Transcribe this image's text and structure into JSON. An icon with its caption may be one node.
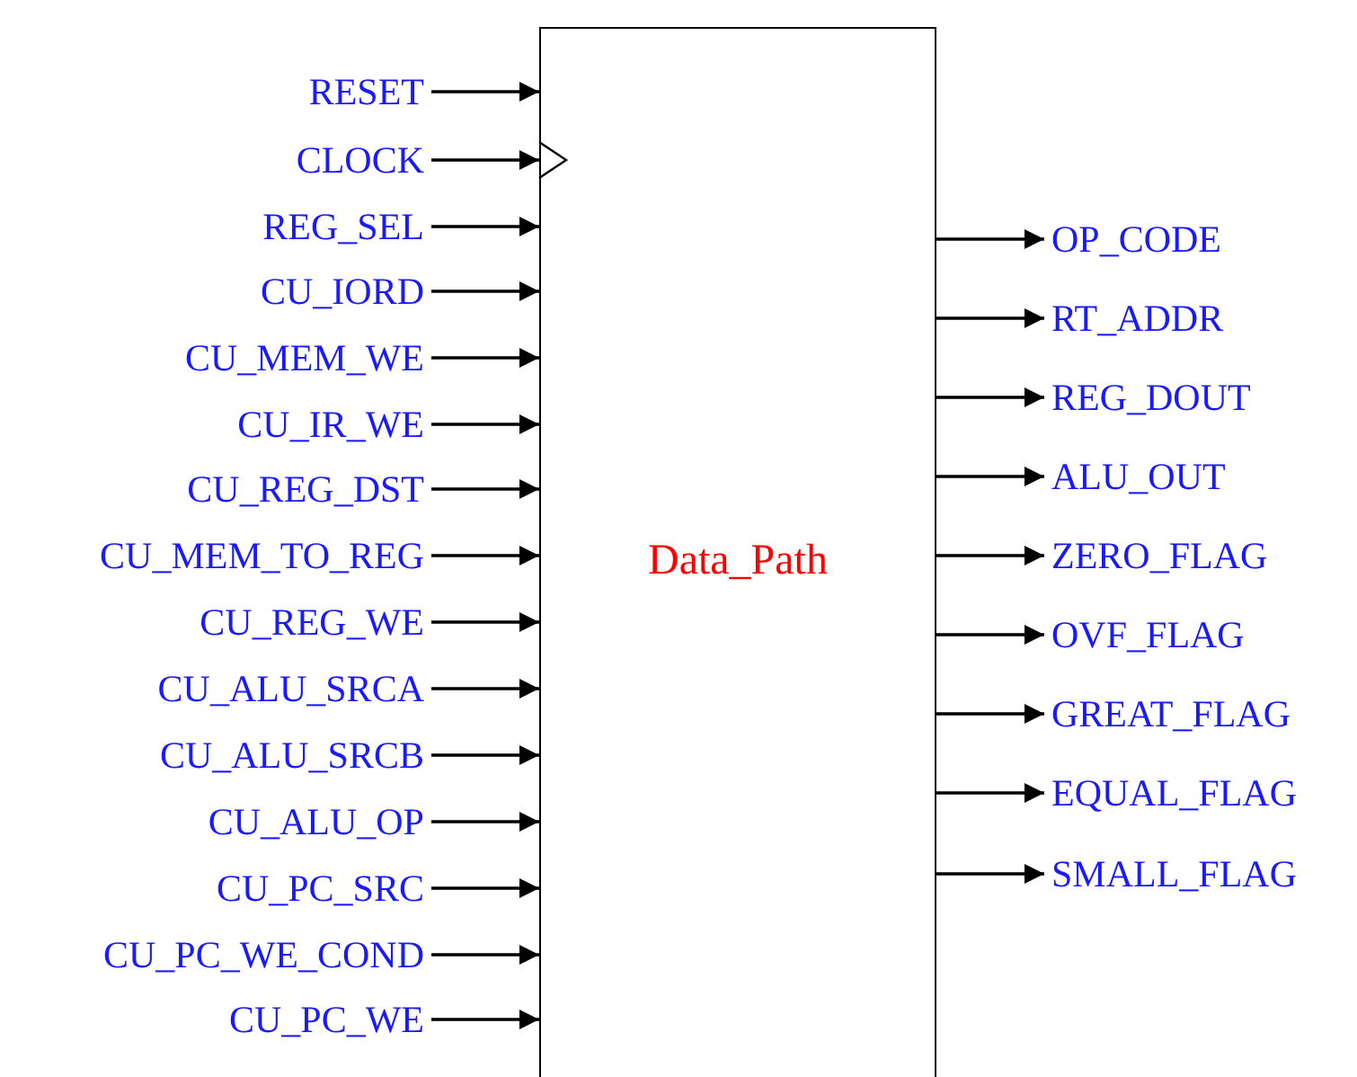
{
  "diagram": {
    "nodes": [
      {
        "text": [
          "Data_Path"
        ]
      },
      {
        "text": [
          "RESET"
        ]
      },
      {
        "text": [
          "CLOCK"
        ]
      },
      {
        "text": [
          "REG_SEL"
        ]
      },
      {
        "text": [
          "CU_IORD"
        ]
      },
      {
        "text": [
          "CU_MEM_WE"
        ]
      },
      {
        "text": [
          "CU_IR_WE"
        ]
      },
      {
        "text": [
          "CU_REG_DST"
        ]
      },
      {
        "text": [
          "CU_MEM_TO_REG"
        ]
      },
      {
        "text": [
          "CU_REG_WE"
        ]
      },
      {
        "text": [
          "CU_ALU_SRCA"
        ]
      },
      {
        "text": [
          "CU_ALU_SRCB"
        ]
      },
      {
        "text": [
          "CU_ALU_OP"
        ]
      },
      {
        "text": [
          "CU_PC_SRC"
        ]
      },
      {
        "text": [
          "CU_PC_WE_COND"
        ]
      },
      {
        "text": [
          "CU_PC_WE"
        ]
      },
      {
        "text": [
          "OP_CODE"
        ]
      },
      {
        "text": [
          "RT_ADDR"
        ]
      },
      {
        "text": [
          "REG_DOUT"
        ]
      },
      {
        "text": [
          "ALU_OUT"
        ]
      },
      {
        "text": [
          "ZERO_FLAG"
        ]
      },
      {
        "text": [
          "OVF_FLAG"
        ]
      },
      {
        "text": [
          "GREAT_FLAG"
        ]
      },
      {
        "text": [
          "EQUAL_FLAG"
        ]
      },
      {
        "text": [
          "SMALL_FLAG"
        ]
      }
    ],
    "edges": [
      {
        "from": 1,
        "to": 0,
        "arrow": "to"
      },
      {
        "from": 2,
        "to": 0,
        "arrow": "to"
      },
      {
        "from": 3,
        "to": 0,
        "arrow": "to"
      },
      {
        "from": 4,
        "to": 0,
        "arrow": "to"
      },
      {
        "from": 5,
        "to": 0,
        "arrow": "to"
      },
      {
        "from": 6,
        "to": 0,
        "arrow": "to"
      },
      {
        "from": 7,
        "to": 0,
        "arrow": "to"
      },
      {
        "from": 8,
        "to": 0,
        "arrow": "to"
      },
      {
        "from": 9,
        "to": 0,
        "arrow": "to"
      },
      {
        "from": 10,
        "to": 0,
        "arrow": "to"
      },
      {
        "from": 11,
        "to": 0,
        "arrow": "to"
      },
      {
        "from": 12,
        "to": 0,
        "arrow": "to"
      },
      {
        "from": 13,
        "to": 0,
        "arrow": "to"
      },
      {
        "from": 14,
        "to": 0,
        "arrow": "to"
      },
      {
        "from": 15,
        "to": 0,
        "arrow": "to"
      },
      {
        "from": 0,
        "to": 16,
        "arrow": "to"
      },
      {
        "from": 0,
        "to": 17,
        "arrow": "to"
      },
      {
        "from": 0,
        "to": 18,
        "arrow": "to"
      },
      {
        "from": 0,
        "to": 19,
        "arrow": "to"
      },
      {
        "from": 0,
        "to": 20,
        "arrow": "to"
      },
      {
        "from": 0,
        "to": 21,
        "arrow": "to"
      },
      {
        "from": 0,
        "to": 22,
        "arrow": "to"
      },
      {
        "from": 0,
        "to": 23,
        "arrow": "to"
      },
      {
        "from": 0,
        "to": 24,
        "arrow": "to"
      }
    ]
  }
}
